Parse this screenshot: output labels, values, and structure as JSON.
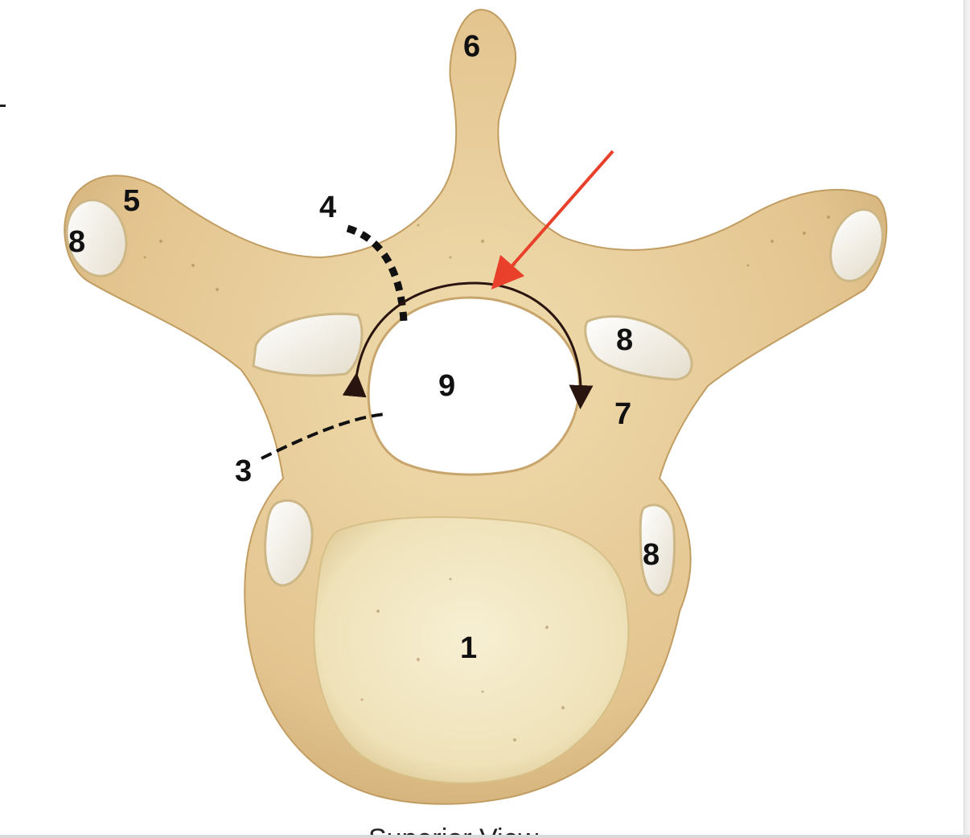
{
  "labels": {
    "vertebral_body": "1",
    "pedicle": "3",
    "lamina": "4",
    "transverse_process": "5",
    "spinous_process": "6",
    "superior_articular_process": "7",
    "facet_transverse_left": "8",
    "facet_superior_right": "8",
    "facet_body_right": "8",
    "vertebral_foramen": "9"
  },
  "caption": "Superior View",
  "colors": {
    "bone": "#e6cb9a",
    "bone_shadow": "#c9a56c",
    "body_surface": "#f1e6c0",
    "cartilage": "#f4f0e6",
    "arrow_red": "#e8402a",
    "arc_dark": "#2a1410"
  }
}
